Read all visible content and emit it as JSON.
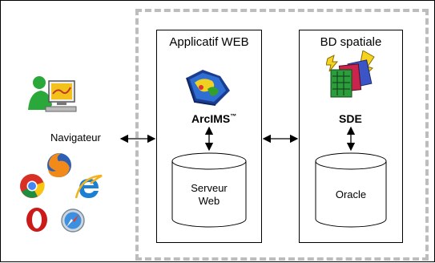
{
  "left": {
    "navigator_label": "Navigateur",
    "icons": [
      "user-at-computer-icon",
      "firefox-icon",
      "chrome-icon",
      "internet-explorer-icon",
      "opera-icon",
      "safari-icon"
    ]
  },
  "app_panel": {
    "title": "Applicatif WEB",
    "product_label": "ArcIMS",
    "product_mark": "™",
    "server_label": "Serveur Web"
  },
  "bd_panel": {
    "title": "BD spatiale",
    "product_label": "SDE",
    "db_label": "Oracle"
  }
}
